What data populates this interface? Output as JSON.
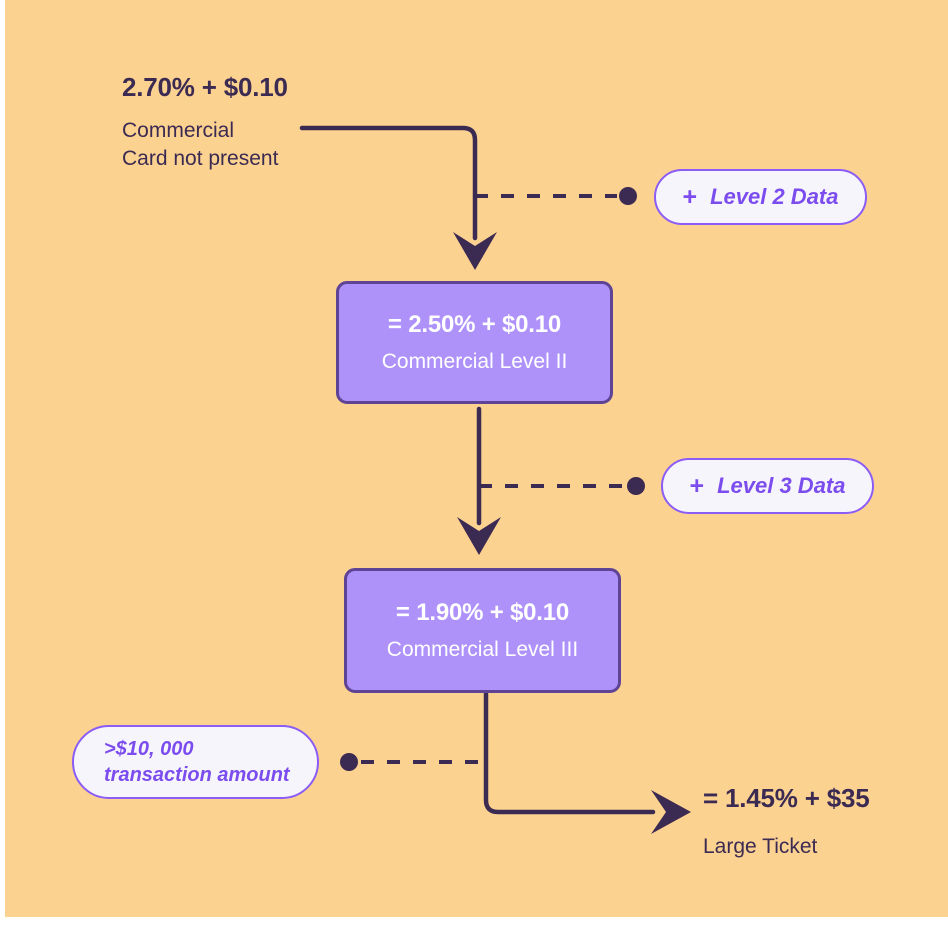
{
  "canvas": {
    "background_color": "#fcd291",
    "page_margin_color": "#ffffff"
  },
  "theme": {
    "ink": "#3b2a52",
    "connector_color": "#3b2a52",
    "box_fill": "#ae92fa",
    "box_border": "#5f4496",
    "box_text": "#ffffff",
    "pill_fill": "#f7f5fc",
    "pill_border": "#8b5cf6",
    "pill_text": "#7c4dee"
  },
  "source": {
    "rate": "2.70% + $0.10",
    "name_line1": "Commercial",
    "name_line2": "Card not present"
  },
  "boxes": [
    {
      "id": "commercial-level-2",
      "rate": "= 2.50% + $0.10",
      "name": "Commercial Level II"
    },
    {
      "id": "commercial-level-3",
      "rate": "= 1.90% + $0.10",
      "name": "Commercial Level III"
    }
  ],
  "pills": [
    {
      "id": "level-2-data",
      "plus": "+",
      "label": "Level 2 Data"
    },
    {
      "id": "level-3-data",
      "plus": "+",
      "label": "Level 3 Data"
    },
    {
      "id": "transaction-amount",
      "line1": ">$10, 000",
      "line2": "transaction amount"
    }
  ],
  "outcome": {
    "rate": "= 1.45% + $35",
    "name": "Large Ticket"
  }
}
